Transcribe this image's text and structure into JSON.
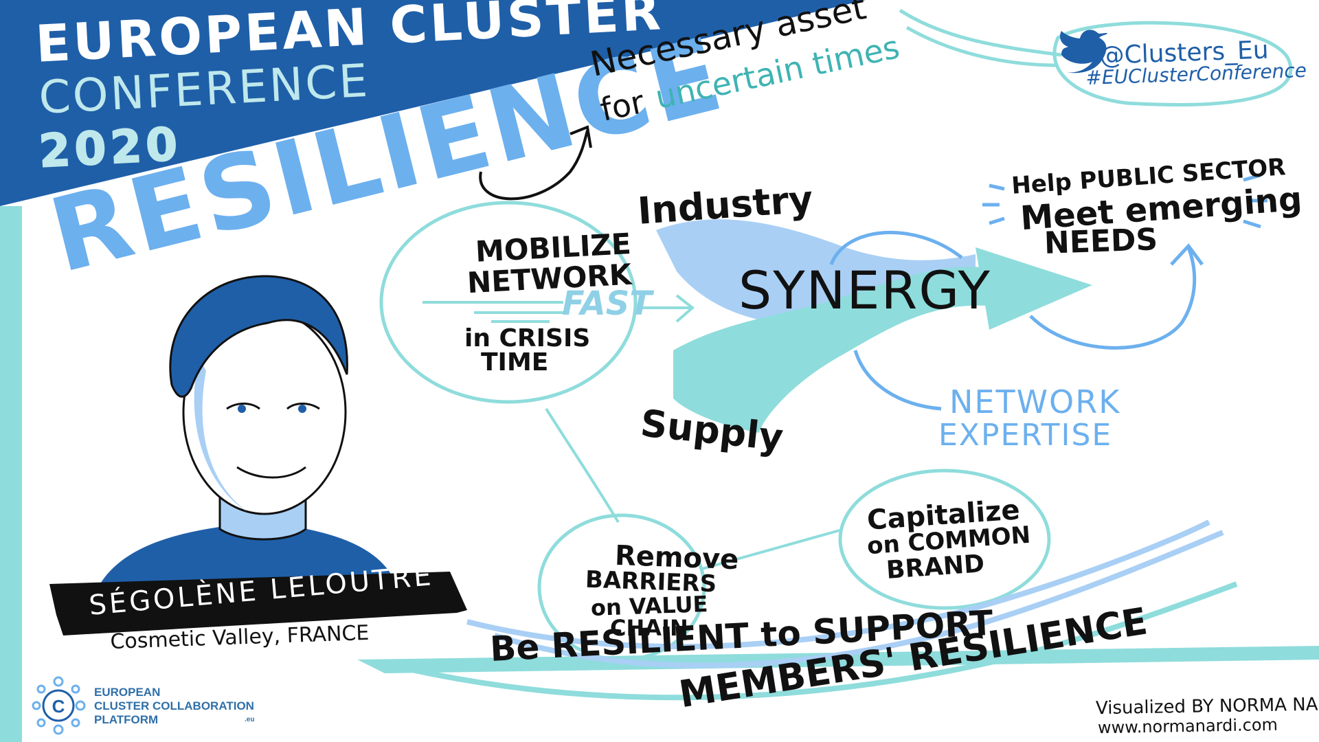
{
  "header": {
    "line1": "EUROPEAN CLUSTER",
    "line2": "CONFERENCE",
    "line3": "2020"
  },
  "topic": "RESILIENCE",
  "note": {
    "line1": "Necessary asset",
    "line2_black": "for",
    "line2_accent": "uncertain times"
  },
  "social": {
    "handle": "@Clusters_Eu",
    "hashtag": "#EUClusterConference"
  },
  "mobilize": {
    "line1": "MOBILIZE",
    "line2": "NETWORK",
    "line3": "FAST",
    "line4": "in CRISIS",
    "line5": "TIME"
  },
  "synergy": {
    "top": "Industry",
    "center": "SYNERGY",
    "bottom": "Supply"
  },
  "help": {
    "line1": "Help PUBLIC SECTOR",
    "line2": "Meet emerging",
    "line3": "NEEDS"
  },
  "network_expertise": {
    "line1": "NETWORK",
    "line2": "EXPERTISE"
  },
  "capitalize": {
    "line1": "Capitalize",
    "line2": "on COMMON",
    "line3": "BRAND"
  },
  "remove": {
    "line1": "Remove",
    "line2": "BARRIERS",
    "line3": "on VALUE",
    "line4": "CHAIN"
  },
  "motto": {
    "line1": "Be RESILIENT to SUPPORT",
    "line2": "MEMBERS' RESILIENCE"
  },
  "speaker": {
    "name": "SÉGOLÈNE LELOUTRE",
    "org": "Cosmetic Valley, FRANCE"
  },
  "platform": {
    "line1": "EUROPEAN",
    "line2": "CLUSTER COLLABORATION",
    "line3": "PLATFORM",
    "suffix": ".eu"
  },
  "credit": {
    "line1": "Visualized BY NORMA NARDI",
    "line2": "www.normanardi.com"
  },
  "colors": {
    "header_blue": "#1f5fa8",
    "light_blue": "#a9cff5",
    "accent_blue": "#6cb0ee",
    "teal": "#8fdcdc"
  }
}
